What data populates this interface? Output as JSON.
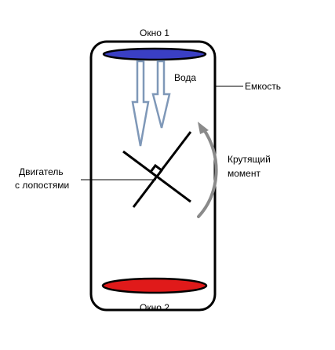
{
  "labels": {
    "window_top": "Окно 1",
    "window_bottom": "Окно 2",
    "water": "Вода",
    "container": "Емкость",
    "torque_line1": "Крутящий",
    "torque_line2": "момент",
    "motor_line1": "Двигатель",
    "motor_line2": "с лопостями"
  },
  "colors": {
    "outline": "#000000",
    "window_top": "#3a3fc4",
    "window_bottom": "#e01a1a",
    "arrow_fill": "#ffffff",
    "arrow_stroke": "#7f98b8",
    "torque_arc": "#8a8a8a"
  },
  "icons": {
    "arrows": "down-arrow-icon",
    "impeller": "paddle-cross-icon",
    "torque": "curved-arrow-icon"
  }
}
